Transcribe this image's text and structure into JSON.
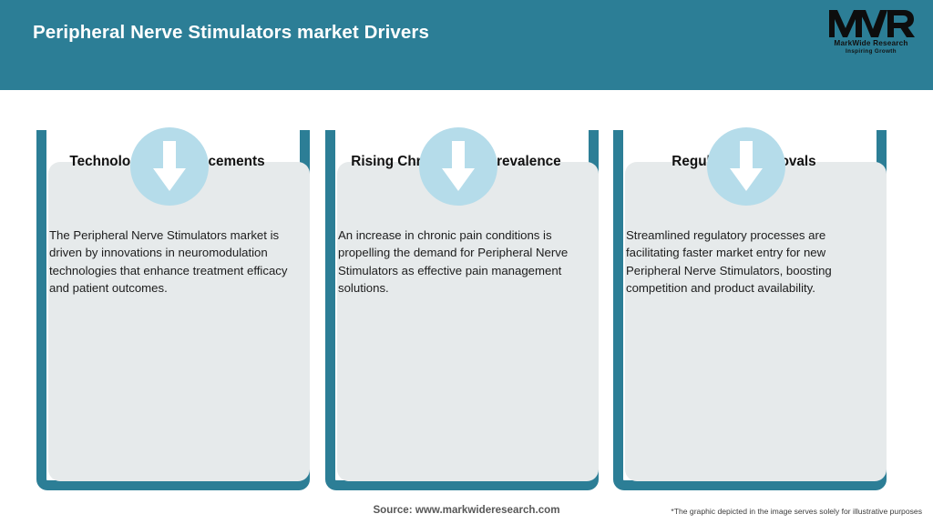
{
  "header": {
    "title": "Peripheral Nerve Stimulators market Drivers",
    "background_color": "#2c7e96",
    "title_color": "#ffffff"
  },
  "logo": {
    "mark": "MWR",
    "name": "MarkWide Research",
    "tagline": "Inspiring Growth"
  },
  "theme": {
    "accent_teal": "#2c7e96",
    "icon_circle_blue": "#b5dcea",
    "card_grey": "#e6eaeb",
    "arrow_white": "#ffffff"
  },
  "cards": [
    {
      "icon": "down-arrow-icon",
      "title": "Technological Advancements",
      "body": "The Peripheral Nerve Stimulators market is driven by innovations in neuromodulation technologies that enhance treatment efficacy and patient outcomes."
    },
    {
      "icon": "down-arrow-icon",
      "title": "Rising Chronic Pain Prevalence",
      "body": "An increase in chronic pain conditions is propelling the demand for Peripheral Nerve Stimulators as effective pain management solutions."
    },
    {
      "icon": "down-arrow-icon",
      "title": "Regulatory Approvals",
      "body": "Streamlined regulatory processes are facilitating faster market entry for new Peripheral Nerve Stimulators, boosting competition and product availability."
    }
  ],
  "footer": {
    "source": "Source: www.markwideresearch.com",
    "disclaimer": "*The graphic depicted in the image serves solely for illustrative purposes"
  }
}
